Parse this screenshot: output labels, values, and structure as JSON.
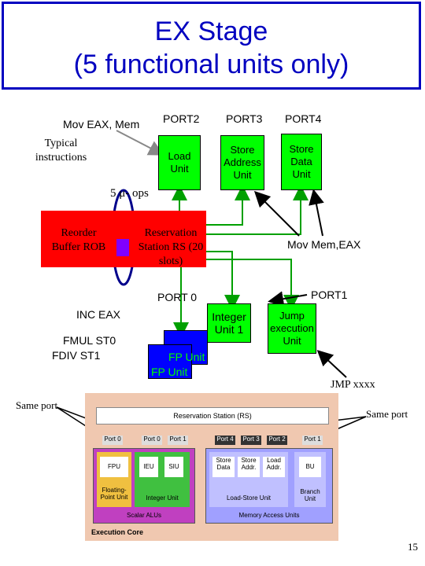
{
  "title": {
    "line1": "EX Stage",
    "line2": "(5 functional units only)"
  },
  "ports_top": {
    "mov_label": "Mov EAX, Mem",
    "typical": "Typical instructions",
    "port2": "PORT2",
    "port3": "PORT3",
    "port4": "PORT4",
    "load_unit": "Load Unit",
    "store_address_unit": "Store Address Unit",
    "store_data_unit": "Store Data Unit"
  },
  "uops": {
    "label": "5 μ- ops"
  },
  "rob": {
    "label": "Reorder Buffer ROB"
  },
  "rs": {
    "label": "Reservation Station RS (20 slots)"
  },
  "mov_mem": "Mov Mem,EAX",
  "port0": "PORT 0",
  "port1": "PORT1",
  "inc": "INC EAX",
  "fmul": "FMUL ST0",
  "fdiv": "FDIV ST1",
  "integer_unit": "Integer Unit 1",
  "jump_unit": "Jump execution Unit",
  "fp_unit_1": "FP Unit",
  "fp_unit_2": "FP Unit",
  "jmp": "JMP xxxx",
  "same_port_left": "Same port",
  "same_port_right": "Same port",
  "core": {
    "rs_title": "Reservation Station (RS)",
    "port0": "Port 0",
    "port0b": "Port 0",
    "port1": "Port 1",
    "port4": "Port 4",
    "port3": "Port 3",
    "port2": "Port 2",
    "port1b": "Port 1",
    "fpu": "FPU",
    "fpu_unit": "Floating-Point Unit",
    "iu": "IEU",
    "siu": "SIU",
    "integer_unit": "Integer Unit",
    "scalar": "Scalar ALUs",
    "store_data": "Store Data",
    "store_addr": "Store Addr.",
    "load_addr": "Load Addr.",
    "load_store": "Load-Store Unit",
    "memory_access": "Memory Access Units",
    "bu": "BU",
    "branch_unit": "Branch Unit",
    "exec_core": "Execution Core"
  },
  "page_number": "15",
  "colors": {
    "title_blue": "#0000c0",
    "green": "#00ff00",
    "red": "#ff0000",
    "blue": "#0000ff",
    "purple": "#8000ff"
  }
}
